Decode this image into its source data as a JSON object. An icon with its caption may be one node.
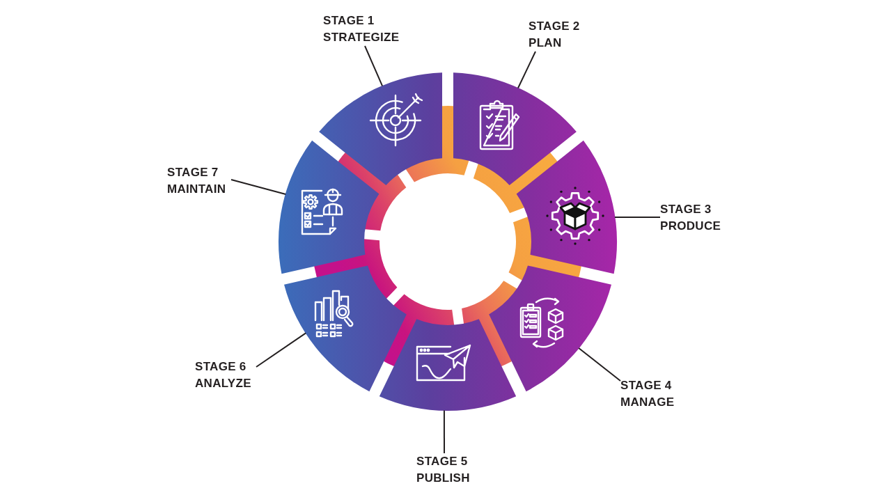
{
  "diagram": {
    "nodes": [
      {
        "text": [
          "STAGE 1 STRATEGIZE"
        ]
      },
      {
        "text": [
          "STAGE 2 PLAN"
        ]
      },
      {
        "text": [
          "STAGE 3 PRODUCE"
        ]
      },
      {
        "text": [
          "STAGE 4 MANAGE"
        ]
      },
      {
        "text": [
          "STAGE 5 PUBLISH"
        ]
      },
      {
        "text": [
          "STAGE 6 ANALYZE"
        ]
      },
      {
        "text": [
          "STAGE 7 MAINTAIN"
        ]
      },
      {
        "text": [],
        "shape": "picture"
      },
      {
        "text": [],
        "shape": "picture"
      },
      {
        "text": [],
        "shape": "picture"
      },
      {
        "text": [],
        "shape": "picture"
      },
      {
        "text": [],
        "shape": "picture"
      },
      {
        "text": [],
        "shape": "picture"
      },
      {
        "text": [],
        "shape": "picture"
      }
    ],
    "edges": [
      {
        "from": 0,
        "to": 7,
        "arrow": "none"
      },
      {
        "from": 1,
        "to": 8,
        "arrow": "none"
      },
      {
        "from": 2,
        "to": 9,
        "arrow": "none"
      },
      {
        "from": 3,
        "to": 10,
        "arrow": "none"
      },
      {
        "from": 4,
        "to": 11,
        "arrow": "none"
      },
      {
        "from": 5,
        "to": 12,
        "arrow": "none"
      },
      {
        "from": 6,
        "to": 13,
        "arrow": "none"
      }
    ]
  }
}
